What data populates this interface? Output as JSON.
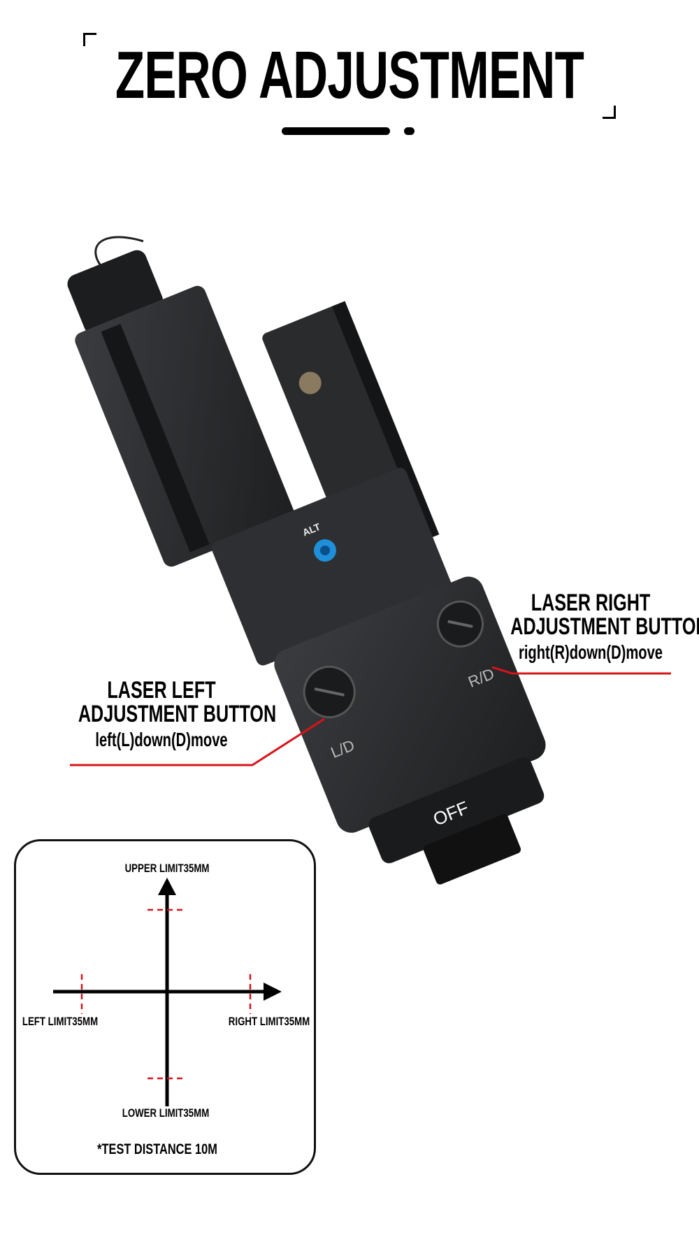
{
  "title": "ZERO ADJUSTMENT",
  "colors": {
    "accent_red": "#d7141a",
    "text": "#000000",
    "device": "#2b2c2e"
  },
  "device": {
    "markings": {
      "off_label": "OFF",
      "alt_label": "ALT",
      "left_knob_mark": "L/D",
      "right_knob_mark": "R/D"
    }
  },
  "callouts": {
    "right": {
      "title_line1": "LASER RIGHT",
      "title_line2": "ADJUSTMENT BUTTON",
      "description": "right(R)down(D)move"
    },
    "left": {
      "title_line1": "LASER LEFT",
      "title_line2": "ADJUSTMENT BUTTON",
      "description": "left(L)down(D)move"
    }
  },
  "diagram": {
    "upper": "UPPER LIMIT35MM",
    "lower": "LOWER LIMIT35MM",
    "left": "LEFT LIMIT35MM",
    "right": "RIGHT LIMIT35MM",
    "note": "*TEST DISTANCE 10M"
  }
}
